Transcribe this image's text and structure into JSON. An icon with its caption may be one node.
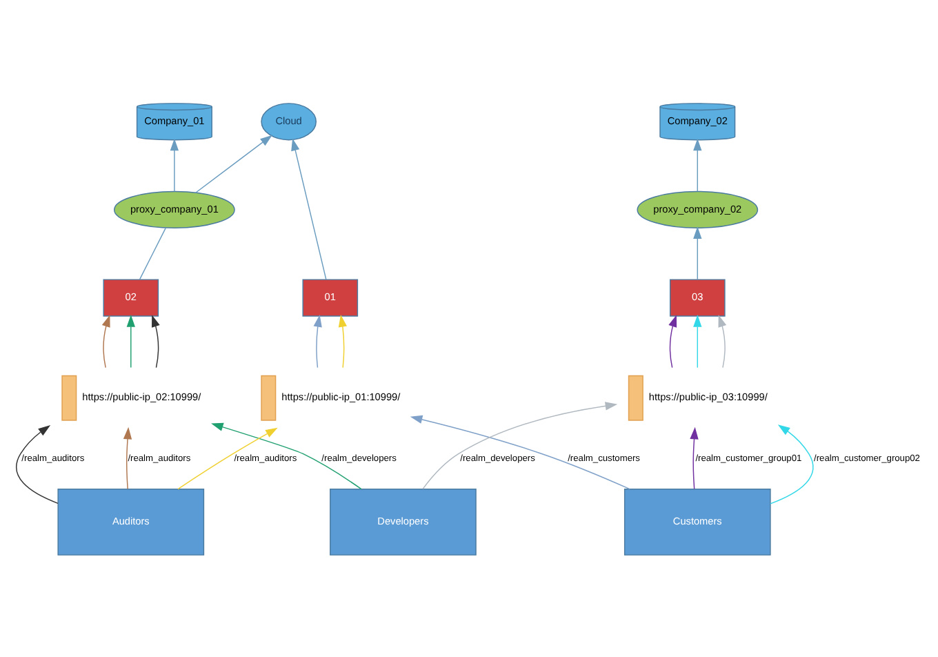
{
  "diagram": {
    "nodes": [
      {
        "text": [
          "Cloud"
        ]
      },
      {
        "text": [
          "Company_01"
        ]
      },
      {
        "text": [
          "Company_02"
        ]
      },
      {
        "text": [
          "proxy_company_02"
        ]
      },
      {
        "text": [
          "proxy_company_01"
        ]
      },
      {
        "text": [
          "03"
        ]
      },
      {
        "text": [
          "02"
        ]
      },
      {
        "text": [
          "01"
        ]
      },
      {
        "text": [],
        "shape": "bar",
        "beside": [
          "https://public-ip_03:10999/"
        ]
      },
      {
        "text": [],
        "shape": "bar",
        "beside": [
          "https://public-ip_02:10999/"
        ]
      },
      {
        "text": [],
        "shape": "bar",
        "beside": [
          "https://public-ip_01:10999/"
        ]
      },
      {
        "text": [
          "Customers"
        ]
      },
      {
        "text": [
          "Developers"
        ]
      },
      {
        "text": [
          "Auditors"
        ]
      }
    ],
    "edges": [
      {
        "from": 5,
        "to": 3,
        "arrow": "to"
      },
      {
        "from": 3,
        "to": 2,
        "arrow": "to"
      },
      {
        "from": 6,
        "to": 4,
        "arrow": "none"
      },
      {
        "from": 4,
        "to": 1,
        "arrow": "to"
      },
      {
        "from": 4,
        "to": 0,
        "arrow": "to"
      },
      {
        "from": 7,
        "to": 0,
        "arrow": "to"
      },
      {
        "from": 8,
        "to": 5,
        "arrow": "to",
        "color": "#7030a0"
      },
      {
        "from": 8,
        "to": 5,
        "arrow": "to",
        "color": "#33d8e8"
      },
      {
        "from": 8,
        "to": 5,
        "arrow": "to",
        "color": "#b0b8c0"
      },
      {
        "from": 9,
        "to": 6,
        "arrow": "to",
        "color": "#b07850"
      },
      {
        "from": 9,
        "to": 6,
        "arrow": "to",
        "color": "#20a070"
      },
      {
        "from": 9,
        "to": 6,
        "arrow": "to",
        "color": "#333333"
      },
      {
        "from": 10,
        "to": 7,
        "arrow": "to",
        "color": "#7fa0c8"
      },
      {
        "from": 10,
        "to": 7,
        "arrow": "to",
        "color": "#f0d030"
      },
      {
        "from": 11,
        "to": 8,
        "arrow": "to",
        "label": "/realm_customer_group01",
        "color": "#7030a0"
      },
      {
        "from": 11,
        "to": 8,
        "arrow": "to",
        "label": "/realm_customer_group02",
        "color": "#33d8e8"
      },
      {
        "from": 11,
        "to": 10,
        "arrow": "to",
        "label": "/realm_customers",
        "color": "#7fa0c8"
      },
      {
        "from": 12,
        "to": 8,
        "arrow": "to",
        "label": "/realm_developers",
        "color": "#b0b8c0"
      },
      {
        "from": 12,
        "to": 9,
        "arrow": "to",
        "label": "/realm_developers",
        "color": "#20a070"
      },
      {
        "from": 13,
        "to": 9,
        "arrow": "to",
        "label": "/realm_auditors",
        "color": "#333333"
      },
      {
        "from": 13,
        "to": 9,
        "arrow": "to",
        "label": "/realm_auditors",
        "color": "#b07850"
      },
      {
        "from": 13,
        "to": 10,
        "arrow": "to",
        "label": "/realm_auditors",
        "color": "#f0d030"
      }
    ]
  }
}
